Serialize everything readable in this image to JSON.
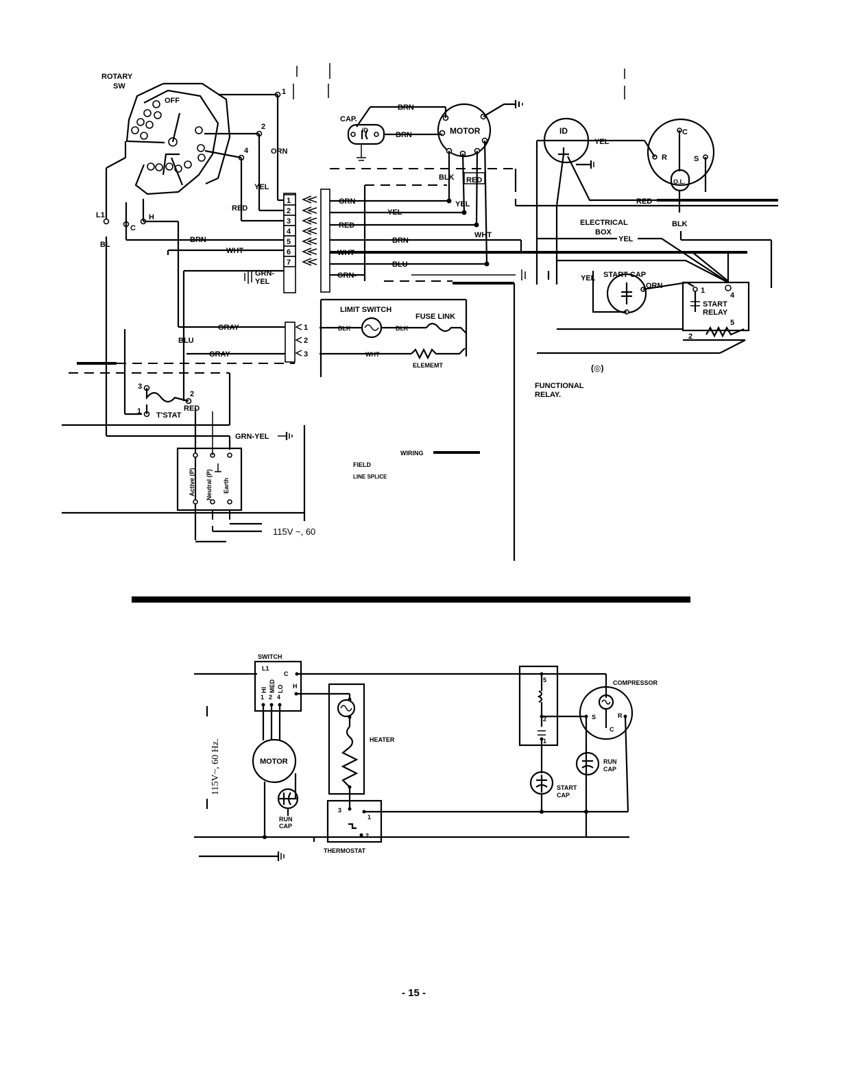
{
  "top_diagram": {
    "rotary_switch": {
      "label_1": "ROTARY",
      "label_2": "SW",
      "off": "OFF",
      "l1": "L1",
      "c": "C",
      "h": "H"
    },
    "switch_terminals": [
      "1",
      "2",
      "4"
    ],
    "left_wires": {
      "orn": "ORN",
      "yel": "YEL",
      "red": "RED",
      "brn": "BRN",
      "wht": "WHT",
      "grn_yel_1": "GRN-",
      "grn_yel_2": "YEL",
      "bl": "BL",
      "gray_1": "GRAY",
      "gray_2": "GRAY",
      "blu": "BLU"
    },
    "terminal_block_7": [
      "1",
      "2",
      "3",
      "4",
      "5",
      "6",
      "7"
    ],
    "terminal_block_3": [
      "1",
      "2",
      "3"
    ],
    "mid_wires": {
      "orn": "ORN",
      "yel": "YEL",
      "red": "RED",
      "brn": "BRN",
      "wht": "WHT",
      "blu": "BLU",
      "grn": "GRN-",
      "blk": "BLK"
    },
    "fan_cap": {
      "label": "CAP.",
      "id": "ID"
    },
    "motor": {
      "label": "MOTOR",
      "brn_1": "BRN",
      "brn_2": "BRN",
      "blk": "BLK",
      "red": "RED",
      "yel": "YEL",
      "wht": "WHT"
    },
    "limit_switch": {
      "label": "LIMIT SWITCH",
      "fuse_link": "FUSE LINK",
      "blk_1": "BLK",
      "blk_2": "BLK",
      "wht": "WHT",
      "element": "ELEMEMT"
    },
    "tstat": {
      "label": "T'STAT",
      "t1": "1",
      "t2": "2",
      "t3": "3",
      "red": "RED"
    },
    "power_block": {
      "grn_yel": "GRN-YEL",
      "active": "Active (P)",
      "neutral": "Neutral (P)",
      "earth": "Earth",
      "supply": "115V ~, 60"
    },
    "legend": {
      "field": "FIELD",
      "wiring": "WIRING",
      "line_splice": "LINE SPLICE"
    },
    "compressor_section": {
      "id": "ID",
      "yel": "YEL",
      "red": "RED",
      "blk": "BLK",
      "c": "C",
      "r": "R",
      "s": "S",
      "ol": "O.L.",
      "electrical_box_1": "ELECTRICAL",
      "electrical_box_2": "BOX",
      "yel_2": "YEL",
      "start_cap": "START CAP",
      "yel_3": "YEL",
      "orn": "ORN",
      "relay_1": "START",
      "relay_2": "RELAY",
      "r1": "1",
      "r2": "2",
      "r4": "4",
      "r5": "5",
      "symbol": "(◎)",
      "functional_1": "FUNCTIONAL",
      "functional_2": "RELAY."
    }
  },
  "schematic": {
    "switch": {
      "label": "SWITCH",
      "l1": "L1",
      "c": "C",
      "hi": "HI",
      "med": "MED",
      "lo": "LO",
      "h": "H",
      "n1": "1",
      "n2": "2",
      "n4": "4"
    },
    "supply": "115V~, 60 Hz.",
    "motor": "MOTOR",
    "run_cap_1": "RUN",
    "run_cap_2": "CAP",
    "heater": "HEATER",
    "thermostat": {
      "label": "THERMOSTAT",
      "t1": "1",
      "t2": "2",
      "t3": "3"
    },
    "relay_terminals": [
      "5",
      "2",
      "1"
    ],
    "compressor": {
      "label": "COMPRESSOR",
      "s": "S",
      "r": "R",
      "c": "C"
    },
    "comp_run_cap_1": "RUN",
    "comp_run_cap_2": "CAP",
    "start_cap_1": "START",
    "start_cap_2": "CAP"
  },
  "page_number": "- 15 -"
}
